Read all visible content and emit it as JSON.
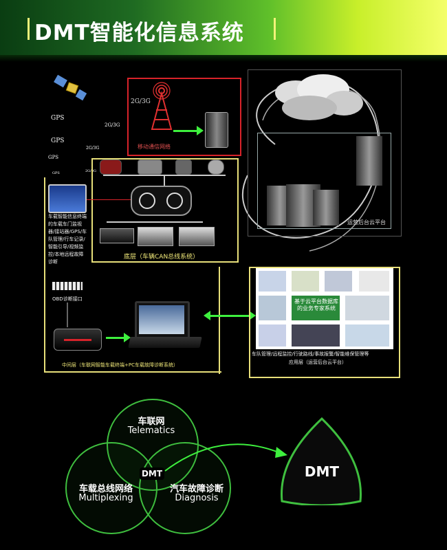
{
  "header": {
    "title": "DMT智能化信息系统"
  },
  "left_labels": {
    "gps": [
      "GPS",
      "GPS",
      "GPS",
      "GPS"
    ],
    "g23": [
      "2G/3G",
      "2G/3G",
      "2G/3G"
    ]
  },
  "mobile_network": {
    "signal_label": "2G/3G",
    "caption": "移动通信网络"
  },
  "cloud": {
    "caption": "运营后台云平台"
  },
  "terminal": {
    "description": "车载智能信息终端的车载车门监视器/接站器/GPS/车队管理/行车记录/智能引导/视频监控/本地远程故障诊断"
  },
  "bus_layer": {
    "caption": "底层（车辆CAN总线系统）"
  },
  "obd": {
    "caption": "OBD诊断接口"
  },
  "middle_layer": {
    "caption": "中间层（车联网智能车载终端+PC车载故障诊断系统）"
  },
  "app_layer": {
    "overlay": "基于云平台数据库的业务专家系统",
    "line1": "车队管理/远程监控/行驶路线/事故报警/智能维保管理等",
    "line2": "应用层（运营后台云平台）"
  },
  "venn": {
    "top_title": "车联网",
    "top_sub": "Telematics",
    "left_title": "车载总线网络",
    "left_sub": "Multiplexing",
    "right_title": "汽车故障诊断",
    "right_sub": "Diagnosis",
    "center": "DMT",
    "result": "DMT"
  },
  "colors": {
    "accent": "#3ef03e",
    "frame": "#e8e07a",
    "alert": "#d8232a"
  }
}
